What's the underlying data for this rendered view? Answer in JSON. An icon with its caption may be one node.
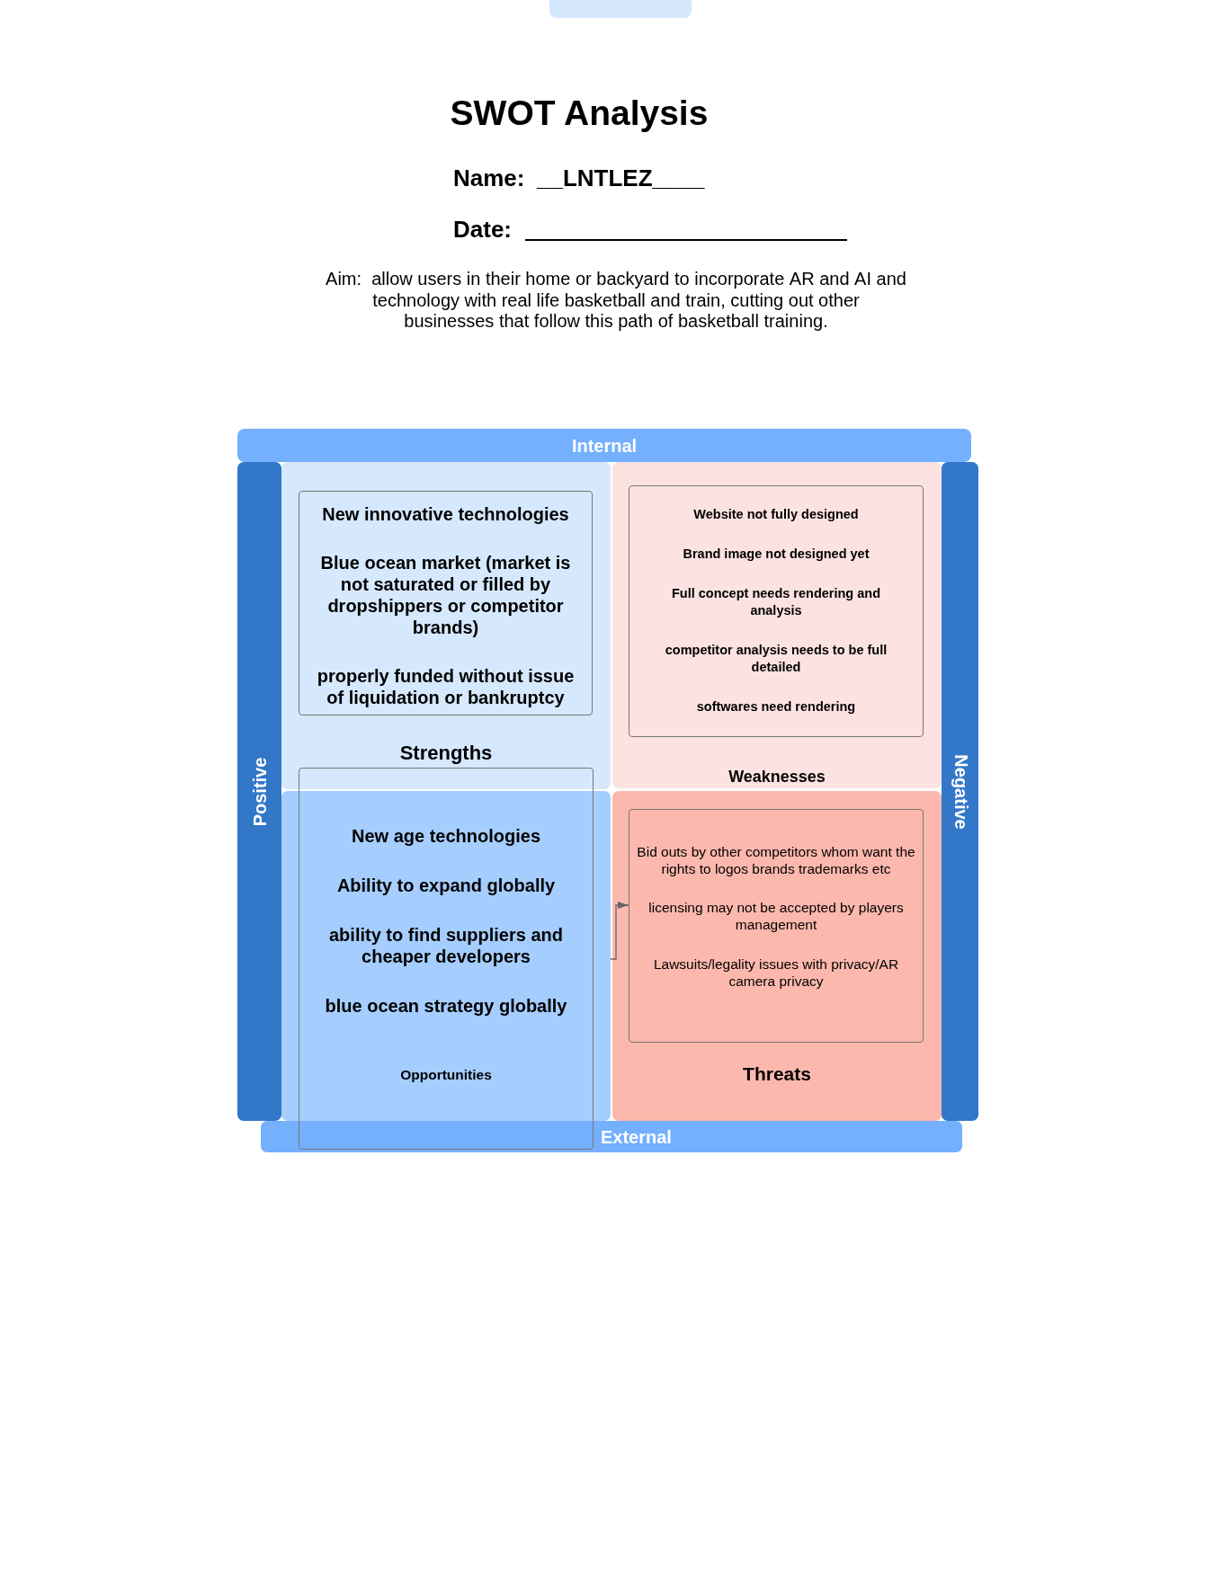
{
  "diagram": {
    "title": "SWOT Analysis",
    "nodes": [
      {
        "text": [
          "Internal"
        ]
      },
      {
        "text": [
          "Positive"
        ]
      },
      {
        "text": [
          "Strengths"
        ]
      },
      {
        "text": [
          "New innovative technologies",
          "Blue ocean market (market is not saturated or filled by dropshippers or competitor brands)",
          "properly funded without issue of liquidation or bankruptcy"
        ],
        "in": 2
      },
      {
        "text": [
          "Weaknesses"
        ]
      },
      {
        "text": [
          "Website not fully designed",
          "Brand image not designed yet",
          "Full concept needs rendering and analysis",
          "competitor analysis needs to be full detailed",
          "softwares need rendering"
        ],
        "in": 4
      },
      {
        "text": [
          "Negative"
        ]
      },
      {
        "text": [
          "New age technologies",
          "Ability to expand globally",
          "ability to find suppliers and cheaper developers",
          "blue ocean strategy globally",
          "Opportunities"
        ]
      },
      {
        "text": [],
        "shape": "box"
      },
      {
        "text": [
          "Threats"
        ]
      },
      {
        "text": [
          "Bid outs by other competitors whom want the rights to logos brands trademarks etc",
          "licensing may not be accepted by players management",
          "Lawsuits/legality issues with privacy/AR camera privacy"
        ],
        "in": 9
      },
      {
        "text": [
          "External"
        ]
      }
    ],
    "edges": [
      {
        "from": 7,
        "to": 10,
        "arrow": "to"
      }
    ],
    "labels": [
      "Name:",
      "__LNTLEZ____",
      "Date:",
      "Aim:  allow users in their home or backyard to incorporate AR and AI and technology with real life basketball and train, cutting out other businesses that follow this path of basketball training."
    ]
  }
}
